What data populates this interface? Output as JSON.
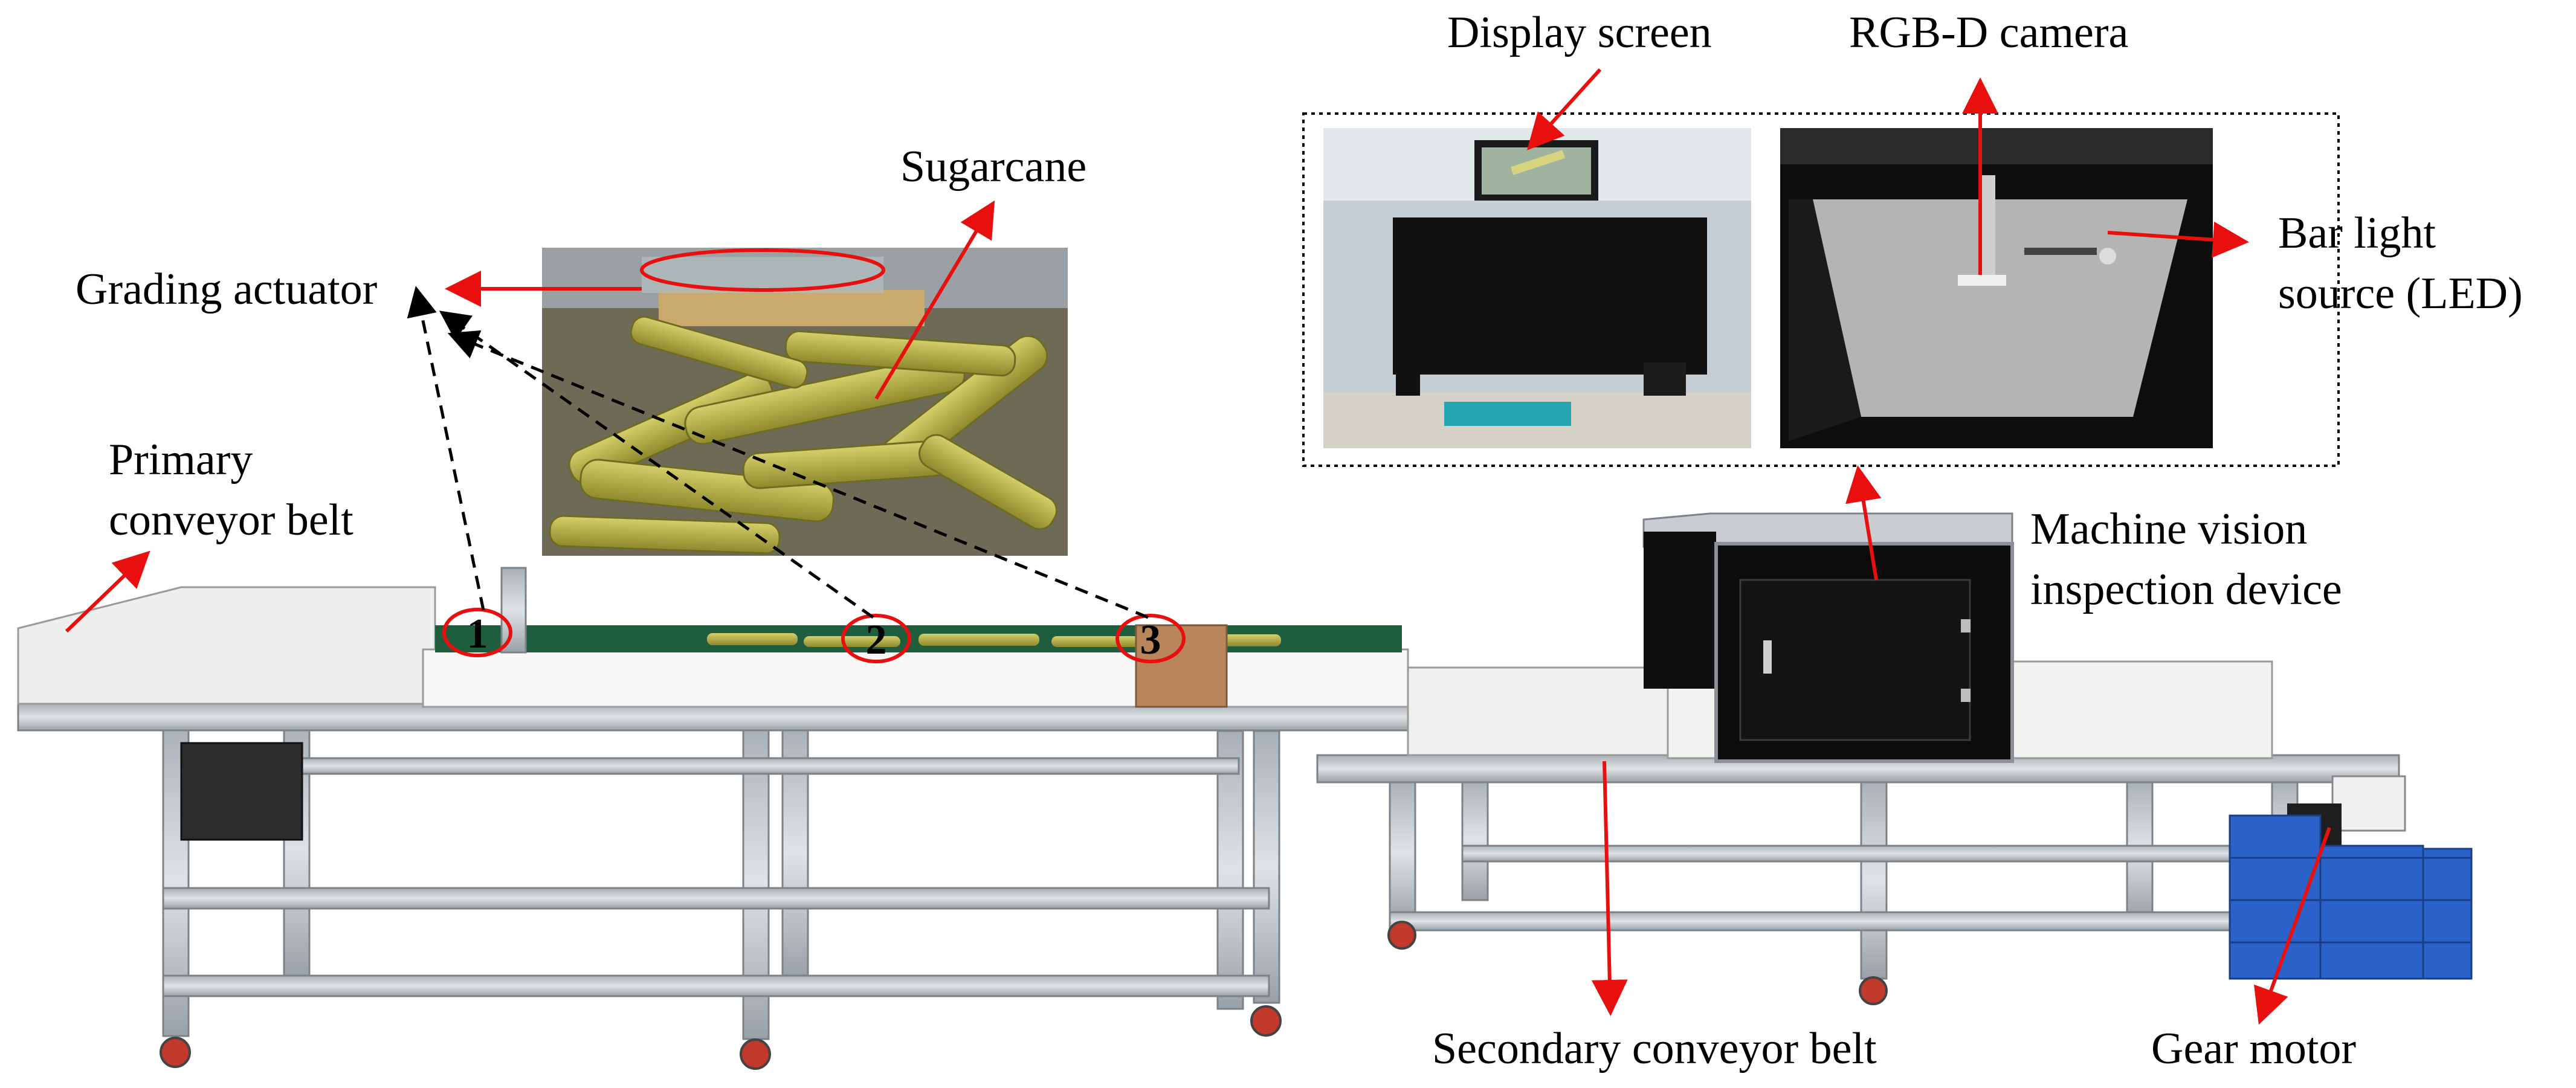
{
  "labels": {
    "display_screen": "Display screen",
    "rgbd_camera": "RGB-D camera",
    "bar_light_line1": "Bar light",
    "bar_light_line2": "source (LED)",
    "sugarcane": "Sugarcane",
    "grading_actuator": "Grading actuator",
    "primary_belt_line1": "Primary",
    "primary_belt_line2": "conveyor belt",
    "machine_vision_line1": "Machine vision",
    "machine_vision_line2": "inspection device",
    "secondary_belt": "Secondary conveyor belt",
    "gear_motor": "Gear motor"
  },
  "actuators": [
    "1",
    "2",
    "3"
  ],
  "colors": {
    "arrow_red": "#e8100f",
    "frame_aluminium": "#bcc3c8",
    "belt_panel": "#f4f4f2",
    "cabinet": "#111111",
    "sugarcane": "#b7b24c",
    "crate_blue": "#2a62c9"
  }
}
